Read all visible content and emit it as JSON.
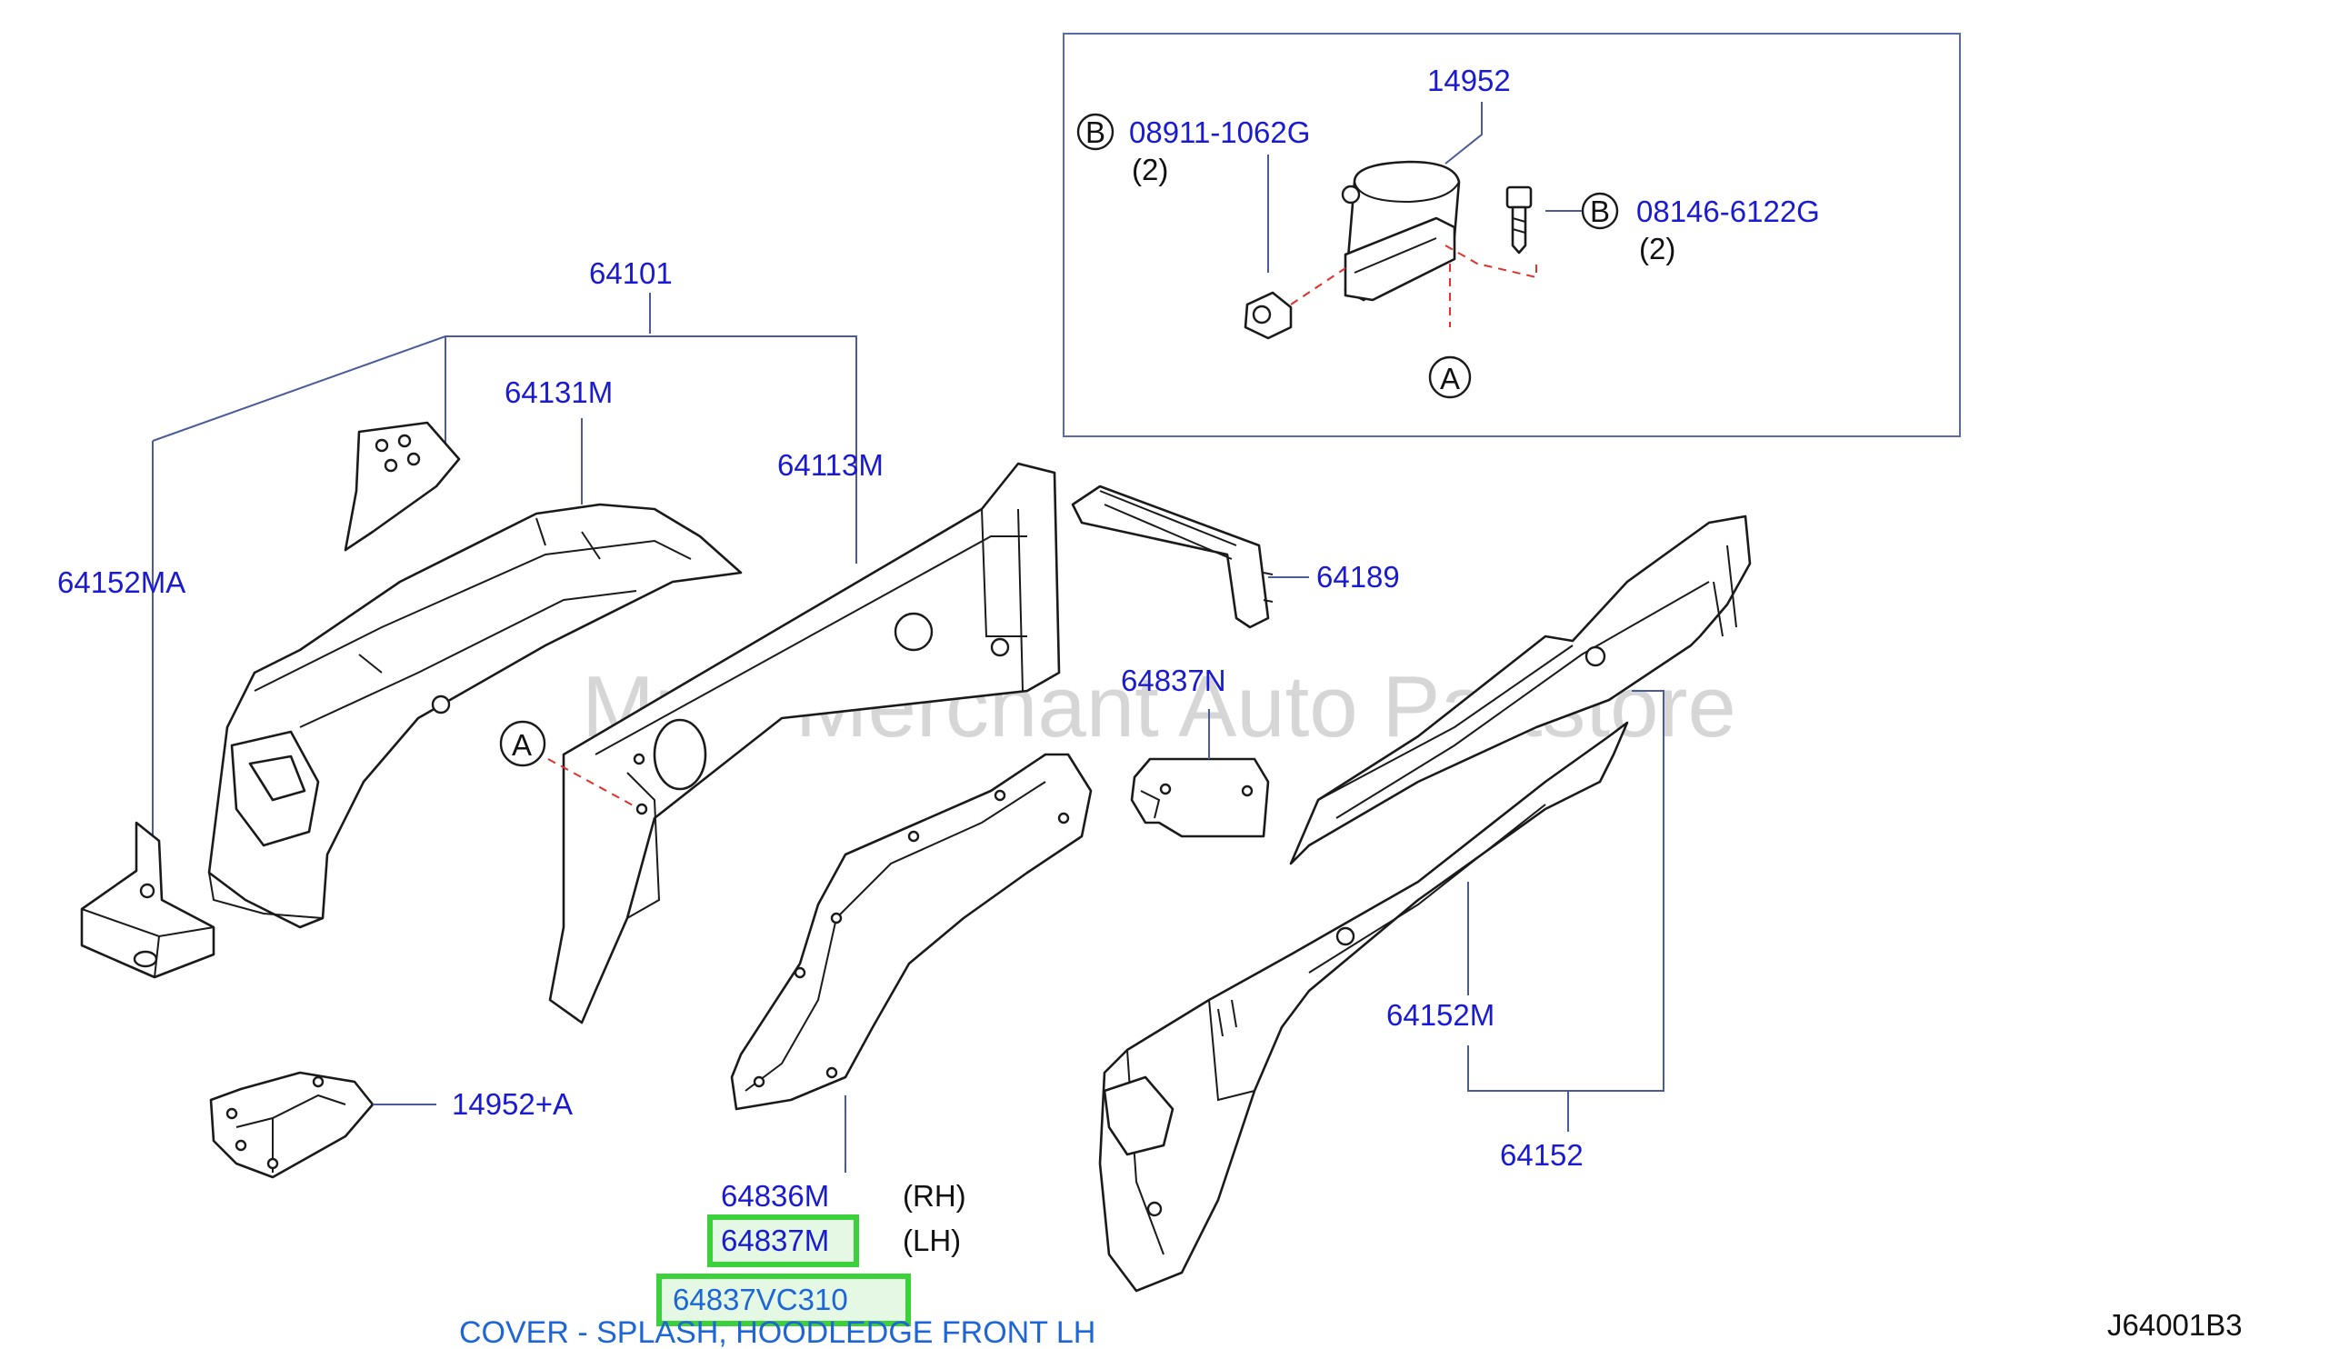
{
  "watermark": "Multi-Merchant Auto Partstore",
  "diagram_code": "J64001B3",
  "caption": "COVER - SPLASH, HOODLEDGE FRONT LH",
  "inset": {
    "part": "14952",
    "bolt_left": "08911-1062G",
    "bolt_left_qty": "(2)",
    "bolt_right": "08146-6122G",
    "bolt_right_qty": "(2)",
    "ref_b": "B",
    "ref_a": "A"
  },
  "labels": {
    "p64101": "64101",
    "p64131m": "64131M",
    "p64113m": "64113M",
    "p64152ma": "64152MA",
    "p64189": "64189",
    "p64837n": "64837N",
    "p14952a": "14952+A",
    "p64152m": "64152M",
    "p64152": "64152",
    "p64836m": "64836M",
    "p64837m": "64837M",
    "p64837vc310": "64837VC310",
    "ref_a": "A"
  },
  "sides": {
    "rh": "(RH)",
    "lh": "(LH)"
  },
  "colors": {
    "label": "#1a1ad0",
    "highlight": "#3ad13a",
    "highlight_fill": "#e4f8e4",
    "caption": "#1e66d6",
    "dash": "#e03030"
  }
}
